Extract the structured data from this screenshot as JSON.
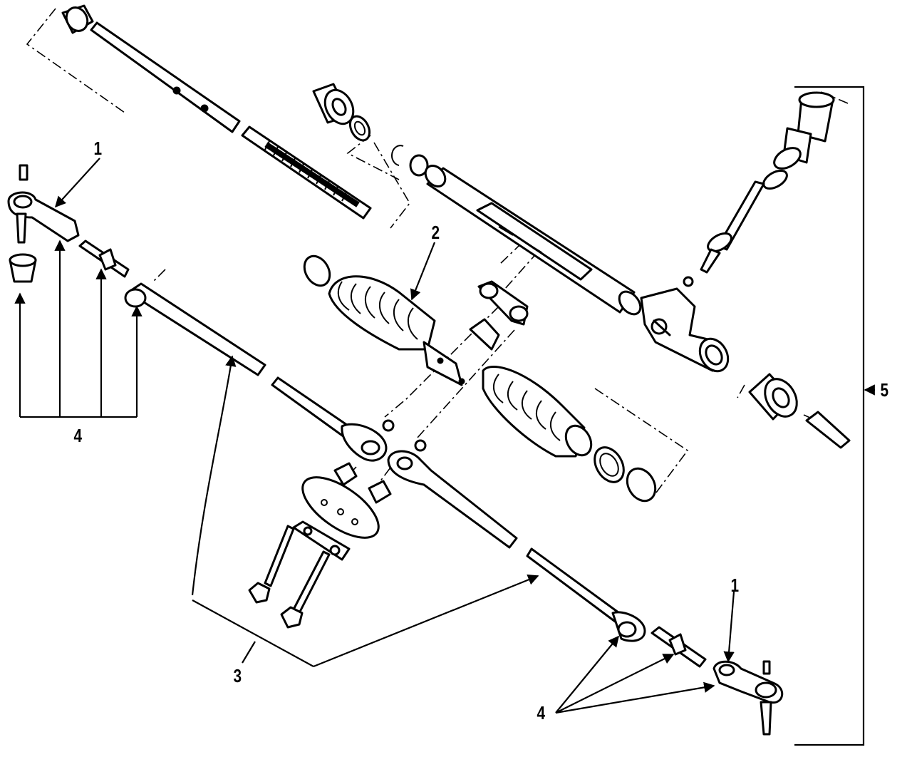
{
  "diagram": {
    "callouts": {
      "c1_left": "1",
      "c1_right": "1",
      "c2": "2",
      "c3": "3",
      "c4_left": "4",
      "c4_right": "4",
      "c5": "5"
    }
  }
}
